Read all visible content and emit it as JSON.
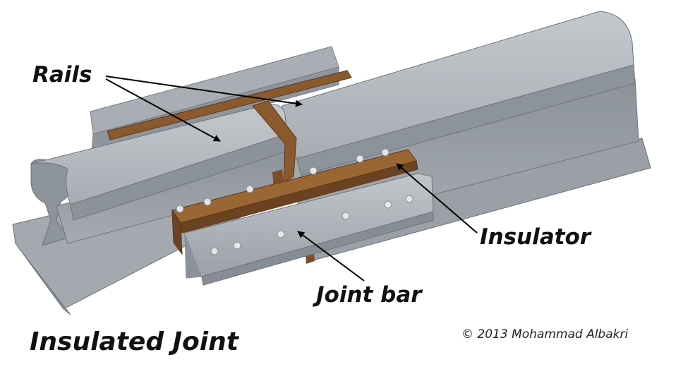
{
  "labels": {
    "rails": "Rails",
    "insulator": "Insulator",
    "joint_bar": "Joint bar",
    "title": "Insulated Joint",
    "copyright": "© 2013 Mohammad Albakri"
  },
  "colors": {
    "steel_top": "#b4b9bf",
    "steel_mid": "#9ea4ab",
    "steel_dark": "#858b92",
    "steel_edge": "#6c7278",
    "insulator": "#8a5a2e",
    "insulator_dark": "#6b4322",
    "arrow": "#000000"
  }
}
